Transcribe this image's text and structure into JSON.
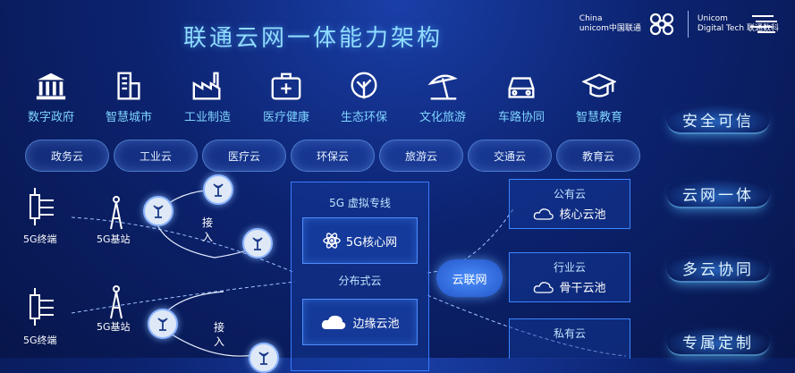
{
  "title": "联通云网一体能力架构",
  "logo": {
    "china": "China",
    "unicom": "unicom中国联通",
    "digital1": "Unicom",
    "digital2": "Digital Tech 联通数科"
  },
  "scenes": [
    {
      "label": "数字政府",
      "icon": "government-building-icon"
    },
    {
      "label": "智慧城市",
      "icon": "city-building-icon"
    },
    {
      "label": "工业制造",
      "icon": "factory-icon"
    },
    {
      "label": "医疗健康",
      "icon": "medical-kit-icon"
    },
    {
      "label": "生态环保",
      "icon": "leaf-icon"
    },
    {
      "label": "文化旅游",
      "icon": "beach-umbrella-icon"
    },
    {
      "label": "车路协同",
      "icon": "car-icon"
    },
    {
      "label": "智慧教育",
      "icon": "graduation-cap-icon"
    }
  ],
  "clouds": [
    "政务云",
    "工业云",
    "医疗云",
    "环保云",
    "旅游云",
    "交通云",
    "教育云"
  ],
  "features": [
    "安全可信",
    "云网一体",
    "多云协同",
    "专属定制"
  ],
  "left": {
    "terminal": "5G终端",
    "station": "5G基站",
    "access1": "接",
    "access2": "入"
  },
  "center": {
    "top_label": "5G 虚拟专线",
    "core": "5G核心网",
    "mid_label": "分布式云",
    "edge": "边缘云池"
  },
  "cloud_hub": "云联网",
  "right": [
    {
      "title": "公有云",
      "item": "核心云池"
    },
    {
      "title": "行业云",
      "item": "骨干云池"
    },
    {
      "title": "私有云",
      "item": ""
    }
  ],
  "colors": {
    "accent": "#7fd4ff",
    "background": "#0c2370",
    "border": "#3c86ff"
  }
}
